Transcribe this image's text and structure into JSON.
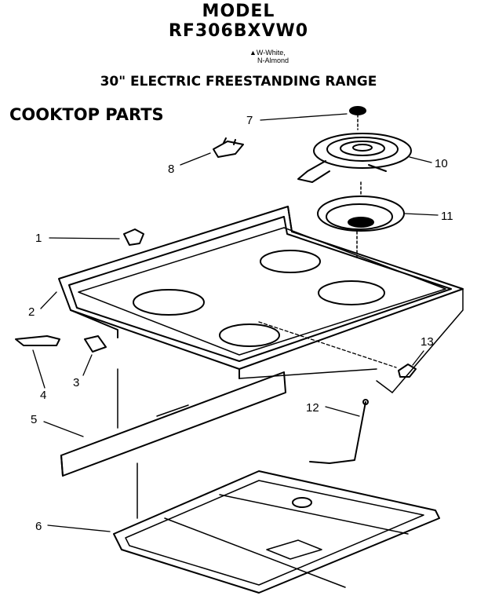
{
  "header": {
    "model_label": "MODEL",
    "model_number": "RF306BXVW0",
    "color_codes": [
      "▲W-White,",
      "N-Almond"
    ],
    "range_title": "30\" ELECTRIC FREESTANDING RANGE",
    "section_title": "COOKTOP PARTS"
  },
  "parts": [
    {
      "id": "1",
      "label": "1"
    },
    {
      "id": "2",
      "label": "2"
    },
    {
      "id": "3",
      "label": "3"
    },
    {
      "id": "4",
      "label": "4"
    },
    {
      "id": "5",
      "label": "5"
    },
    {
      "id": "6",
      "label": "6"
    },
    {
      "id": "7",
      "label": "7"
    },
    {
      "id": "8",
      "label": "8"
    },
    {
      "id": "10",
      "label": "10"
    },
    {
      "id": "11",
      "label": "11"
    },
    {
      "id": "12",
      "label": "12"
    },
    {
      "id": "13",
      "label": "13"
    }
  ]
}
